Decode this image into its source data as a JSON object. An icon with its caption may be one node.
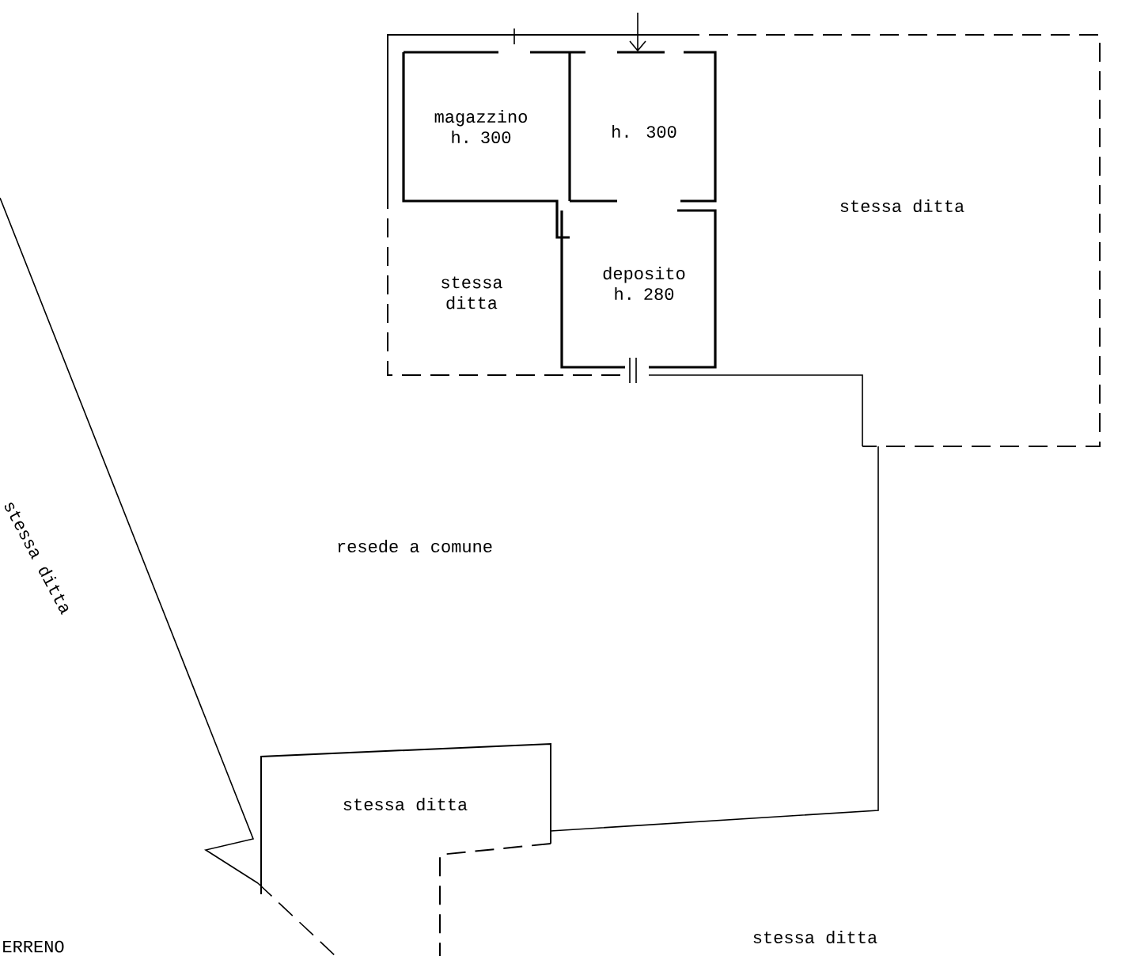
{
  "diagram": {
    "nodes": [
      {
        "text": [
          "magazzino h. 300"
        ]
      },
      {
        "text": [
          "h. 300"
        ]
      },
      {
        "text": [
          "stessa ditta"
        ]
      },
      {
        "text": [
          "stessa ditta"
        ]
      },
      {
        "text": [
          "deposito h. 280"
        ]
      },
      {
        "text": [
          "resede a comune"
        ]
      },
      {
        "text": [
          "stessa ditta"
        ]
      },
      {
        "text": [
          "stessa ditta"
        ]
      },
      {
        "text": [
          "stessa ditta"
        ]
      }
    ],
    "labels": [
      "ERRENO"
    ]
  }
}
